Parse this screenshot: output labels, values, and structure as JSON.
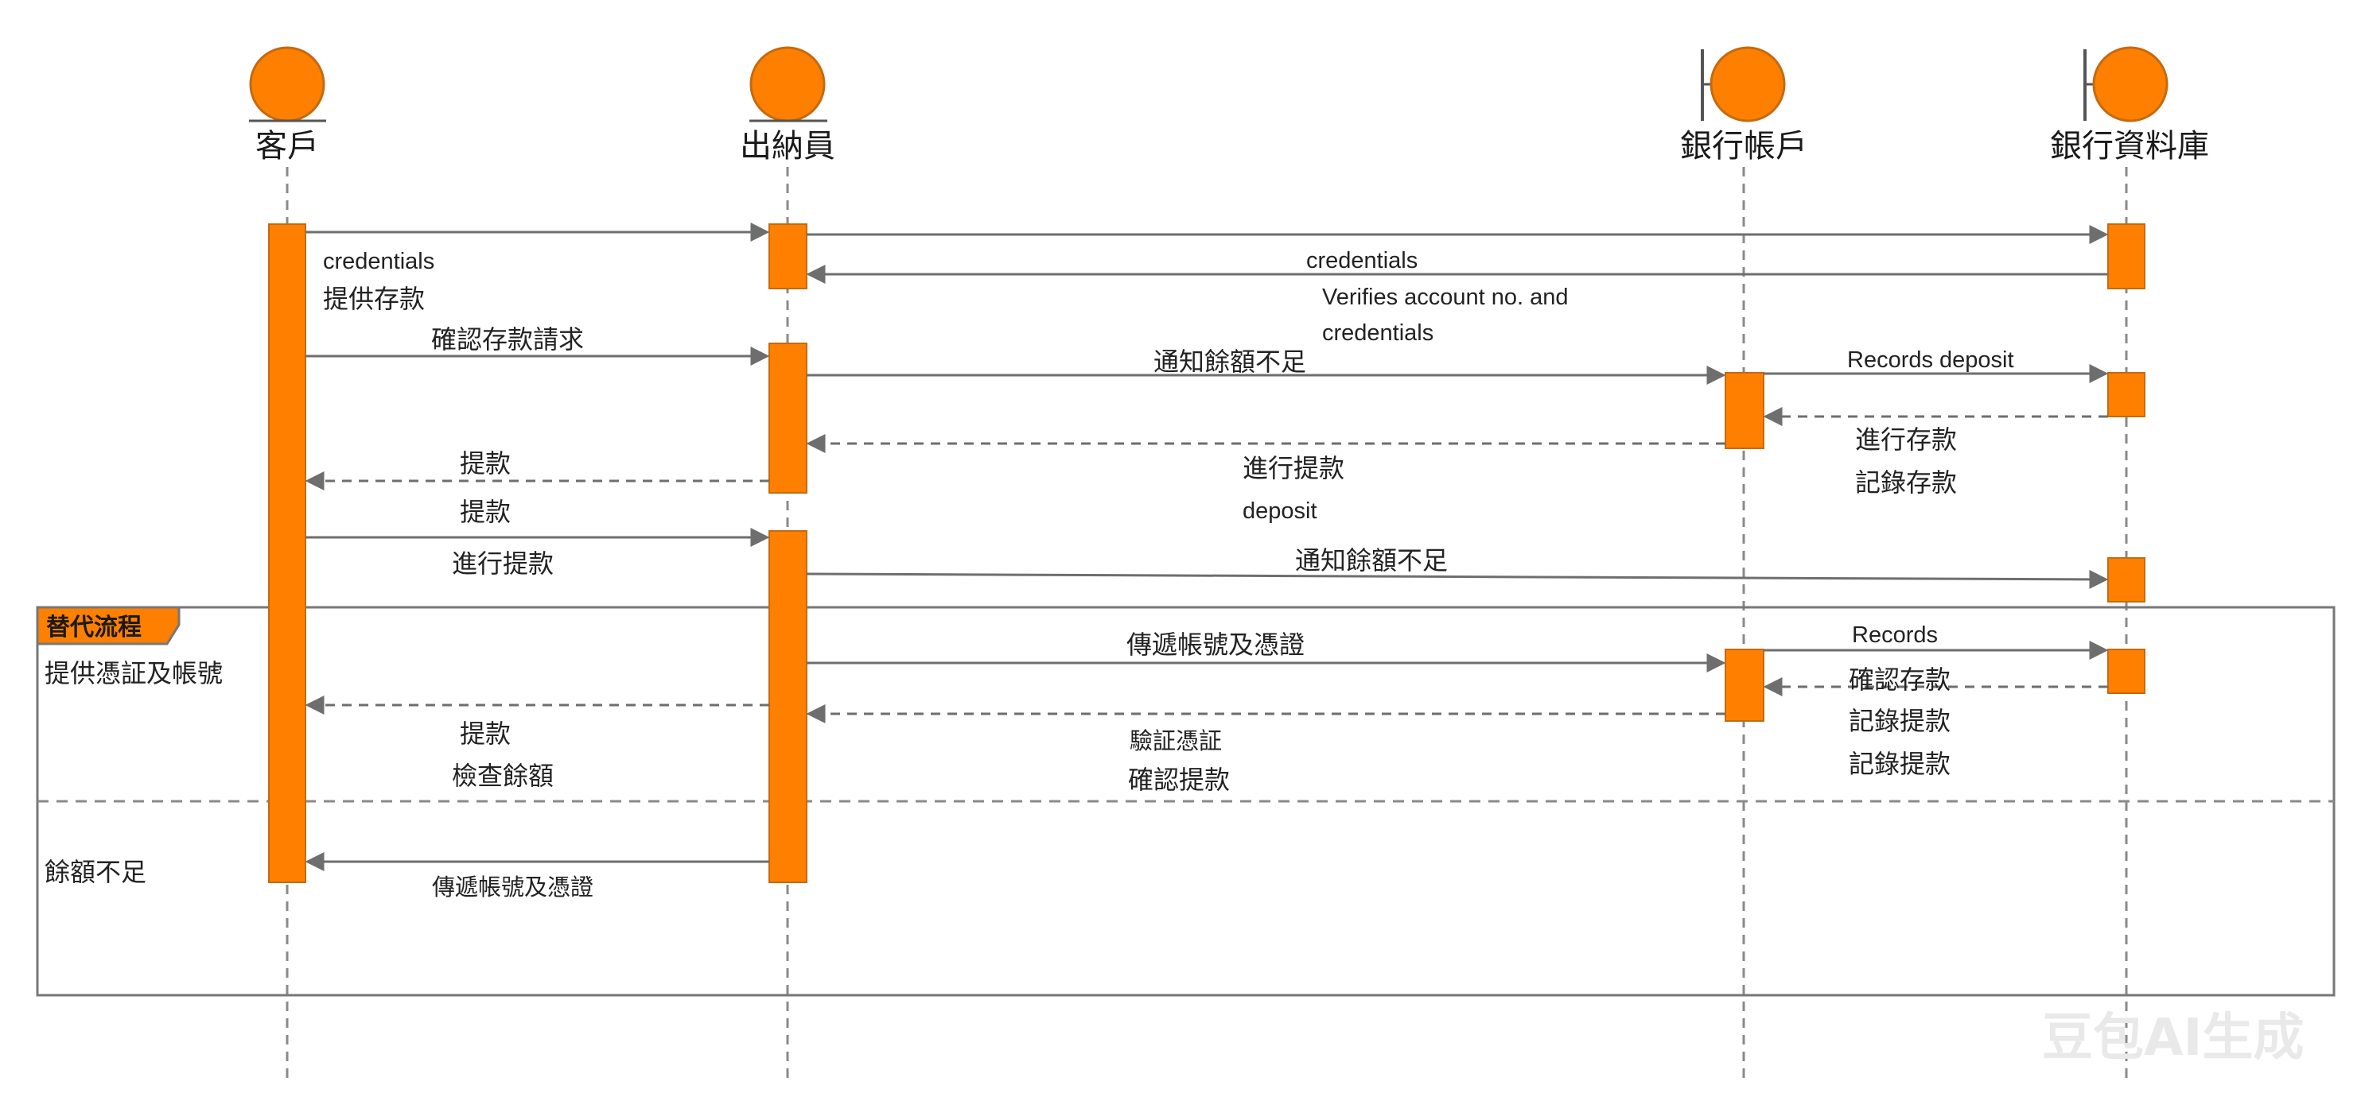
{
  "colors": {
    "accent": "#FF8000",
    "accent_stroke": "#C46A10",
    "line": "#777777",
    "frame": "#777777"
  },
  "actors": [
    {
      "id": "customer",
      "label": "客戶",
      "icon": "actor-circle-icon"
    },
    {
      "id": "teller",
      "label": "出納員",
      "icon": "actor-circle-icon"
    },
    {
      "id": "account",
      "label": "銀行帳戶",
      "icon": "boundary-circle-icon"
    },
    {
      "id": "database",
      "label": "銀行資料庫",
      "icon": "boundary-circle-icon"
    }
  ],
  "messages": {
    "m1": "credentials",
    "m2": "提供存款",
    "m3": "credentials",
    "m4": "Verifies account no. and",
    "m5": "credentials",
    "m6": "確認存款請求",
    "m7": "通知餘額不足",
    "m8": "Records deposit",
    "m9": "提款",
    "m10": "進行提款",
    "m11": "deposit",
    "m12": "進行存款",
    "m13": "記錄存款",
    "m14": "提款",
    "m15": "進行提款",
    "m16": "通知餘額不足",
    "m17": "提供憑証及帳號",
    "m18": "傳遞帳號及憑證",
    "m19": "Records",
    "m20": "確認存款",
    "m21": "提款",
    "m22": "檢查餘額",
    "m23": "驗証憑証",
    "m24": "確認提款",
    "m25": "記錄提款",
    "m26": "記錄提款",
    "m27": "餘額不足",
    "m28": "傳遞帳號及憑證"
  },
  "frame": {
    "tag": "替代流程"
  },
  "watermark": "豆包AI生成"
}
